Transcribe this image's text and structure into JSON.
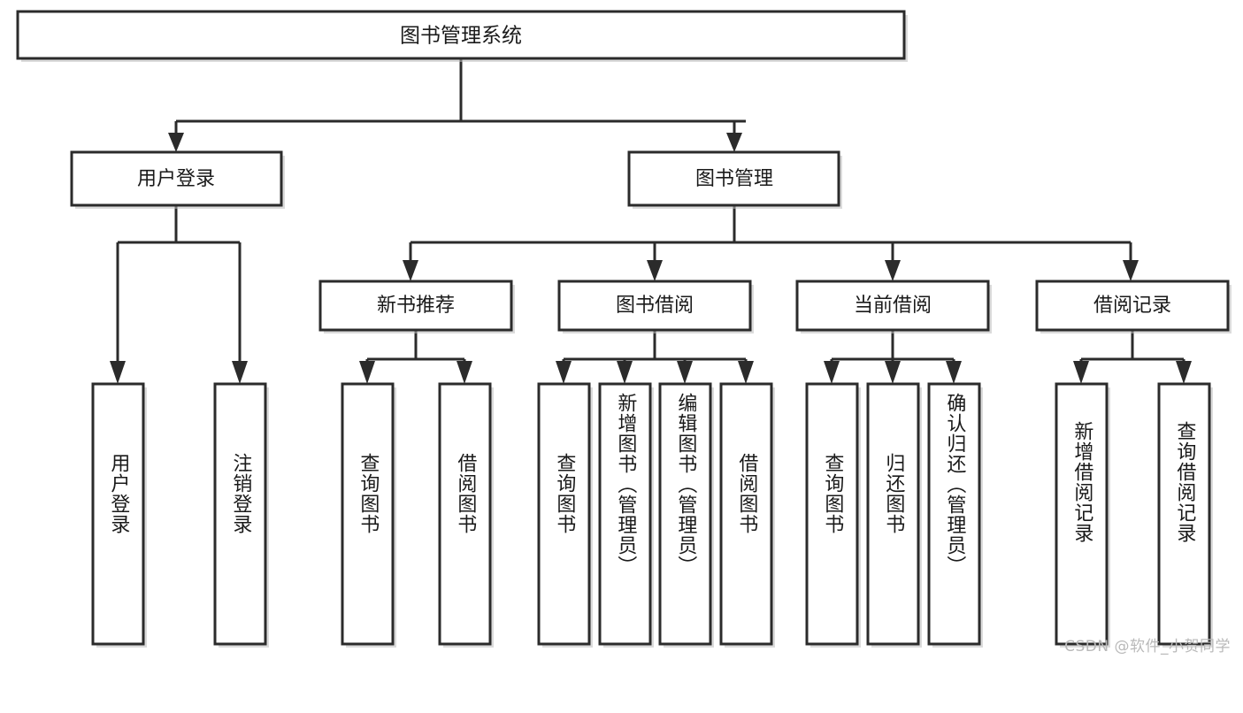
{
  "diagram": {
    "type": "hierarchy-tree",
    "title_node": {
      "id": "root",
      "label": "图书管理系统"
    },
    "level1": [
      {
        "id": "user-login",
        "label": "用户登录"
      },
      {
        "id": "book-manage",
        "label": "图书管理"
      }
    ],
    "level2": [
      {
        "id": "new-book-rec",
        "label": "新书推荐",
        "parent": "book-manage"
      },
      {
        "id": "book-borrow",
        "label": "图书借阅",
        "parent": "book-manage"
      },
      {
        "id": "current-borrow",
        "label": "当前借阅",
        "parent": "book-manage"
      },
      {
        "id": "borrow-record",
        "label": "借阅记录",
        "parent": "book-manage"
      }
    ],
    "leaves": [
      {
        "id": "leaf-user-login",
        "label": "用户登录",
        "parent": "user-login"
      },
      {
        "id": "leaf-logout",
        "label": "注销登录",
        "parent": "user-login"
      },
      {
        "id": "leaf-query-book-1",
        "label": "查询图书",
        "parent": "new-book-rec"
      },
      {
        "id": "leaf-borrow-book-1",
        "label": "借阅图书",
        "parent": "new-book-rec"
      },
      {
        "id": "leaf-query-book-2",
        "label": "查询图书",
        "parent": "book-borrow"
      },
      {
        "id": "leaf-add-book",
        "label": "新增图书（管理员）",
        "parent": "book-borrow"
      },
      {
        "id": "leaf-edit-book",
        "label": "编辑图书（管理员）",
        "parent": "book-borrow"
      },
      {
        "id": "leaf-borrow-book-2",
        "label": "借阅图书",
        "parent": "book-borrow"
      },
      {
        "id": "leaf-query-book-3",
        "label": "查询图书",
        "parent": "current-borrow"
      },
      {
        "id": "leaf-return-book",
        "label": "归还图书",
        "parent": "current-borrow"
      },
      {
        "id": "leaf-confirm-return",
        "label": "确认归还（管理员）",
        "parent": "current-borrow"
      },
      {
        "id": "leaf-add-record",
        "label": "新增借阅记录",
        "parent": "borrow-record"
      },
      {
        "id": "leaf-query-record",
        "label": "查询借阅记录",
        "parent": "borrow-record"
      }
    ]
  },
  "watermark": {
    "text": "CSDN @软件_小贺同学"
  },
  "colors": {
    "box_stroke": "#2b2b2b",
    "box_fill": "#ffffff",
    "text": "#1a1a1a",
    "background": "#ffffff",
    "watermark": "#b9b9b9"
  }
}
